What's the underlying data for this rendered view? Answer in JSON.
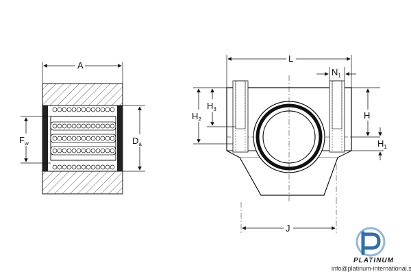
{
  "left_view": {
    "dims": {
      "A": "A",
      "Fw_main": "F",
      "Fw_sub": "w",
      "Da_main": "D",
      "Da_sub": "a"
    }
  },
  "right_view": {
    "dims": {
      "L": "L",
      "N1_main": "N",
      "N1_sub": "1",
      "H2_main": "H",
      "H2_sub": "2",
      "H3_main": "H",
      "H3_sub": "3",
      "H": "H",
      "H1_main": "H",
      "H1_sub": "1",
      "J": "J"
    }
  },
  "branding": {
    "logo_letter": "P",
    "logo_name": "PLATINUM",
    "email": "info@platinum-international.store",
    "colors": {
      "logo_blue": "#2f6fb0",
      "logo_light": "#8fb8e0"
    }
  }
}
